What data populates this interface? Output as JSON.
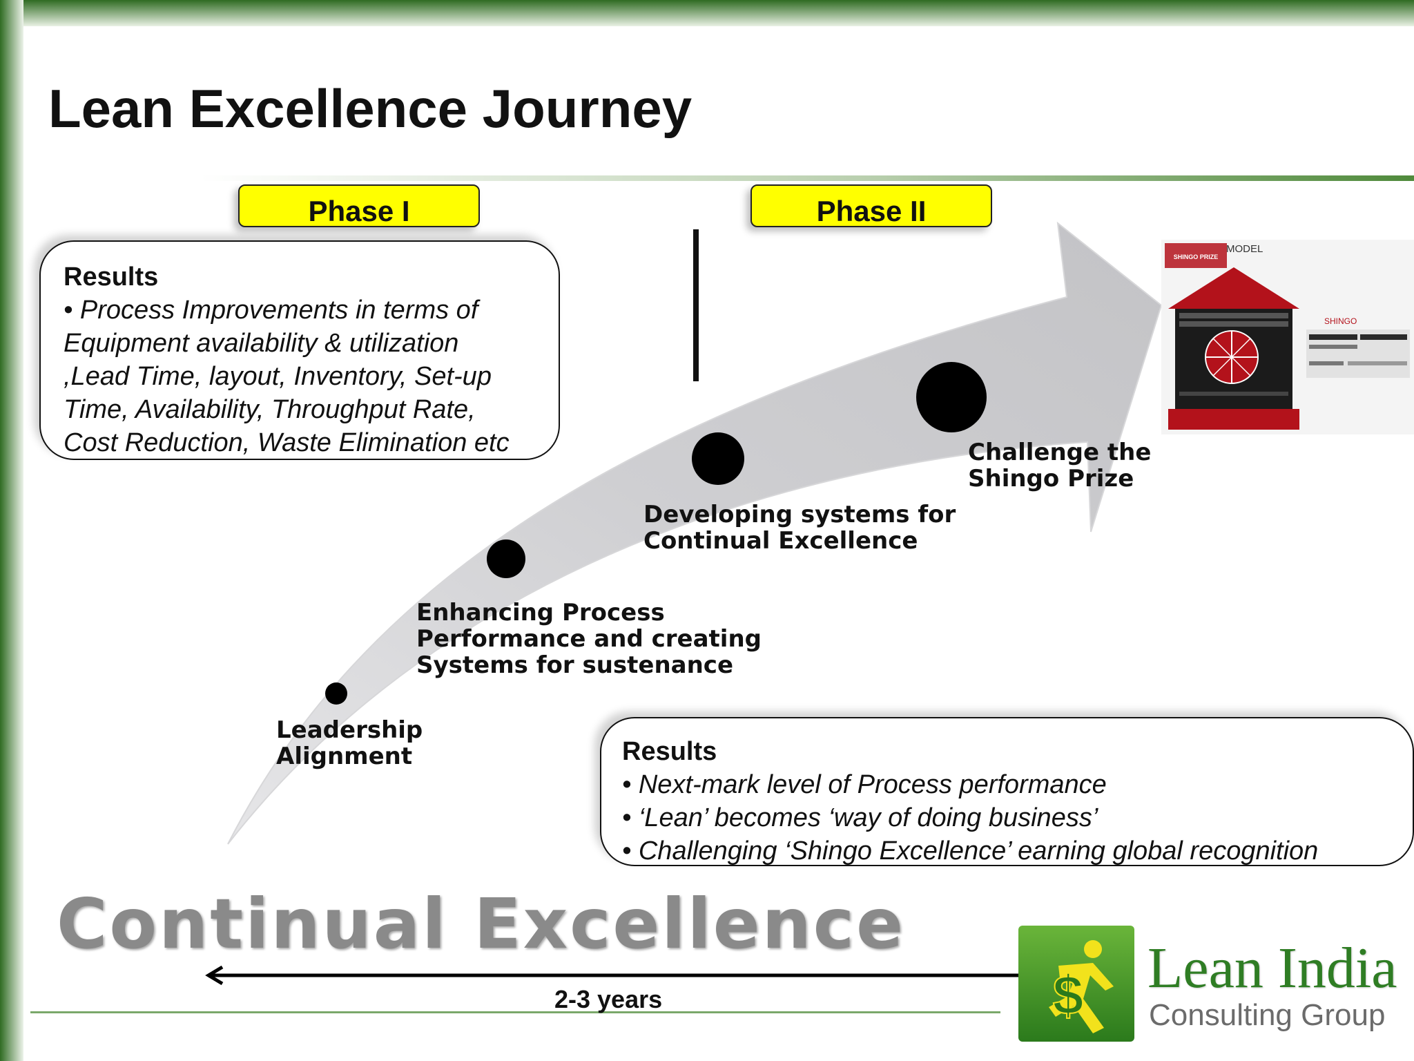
{
  "slide": {
    "title": "Lean Excellence Journey",
    "phases": [
      {
        "label": "Phase I"
      },
      {
        "label": "Phase II"
      }
    ],
    "results_top": {
      "title": "Results",
      "lines": [
        "• Process Improvements in terms of",
        "Equipment availability & utilization",
        ",Lead Time, layout, Inventory, Set-up",
        "Time, Availability, Throughput Rate,",
        "Cost Reduction, Waste Elimination etc"
      ]
    },
    "results_bottom": {
      "title": "Results",
      "lines": [
        "• Next-mark level of Process performance",
        "• ‘Lean’ becomes ‘way of doing business’",
        "• Challenging  ‘Shingo Excellence’  earning global recognition"
      ]
    },
    "stages": [
      {
        "label": "Leadership\nAlignment"
      },
      {
        "label": "Enhancing Process\nPerformance and creating\nSystems for sustenance"
      },
      {
        "label": "Developing systems for\nContinual Excellence"
      },
      {
        "label": "Challenge the\nShingo Prize"
      }
    ],
    "footer_heading": "Continual Excellence",
    "duration": "2-3 years",
    "shingo_model": {
      "header": "MODEL",
      "badge": "SHINGO PRIZE",
      "side_label": "SHINGO"
    },
    "logo": {
      "name": "Lean India",
      "subtitle": "Consulting Group",
      "symbol": "$"
    },
    "colors": {
      "frame_green": "#3e7a2c",
      "phase_yellow": "#ffff00",
      "arrow_gray": "#c9c9cb",
      "logo_green": "#2f7d24",
      "model_red": "#b3121b"
    }
  }
}
